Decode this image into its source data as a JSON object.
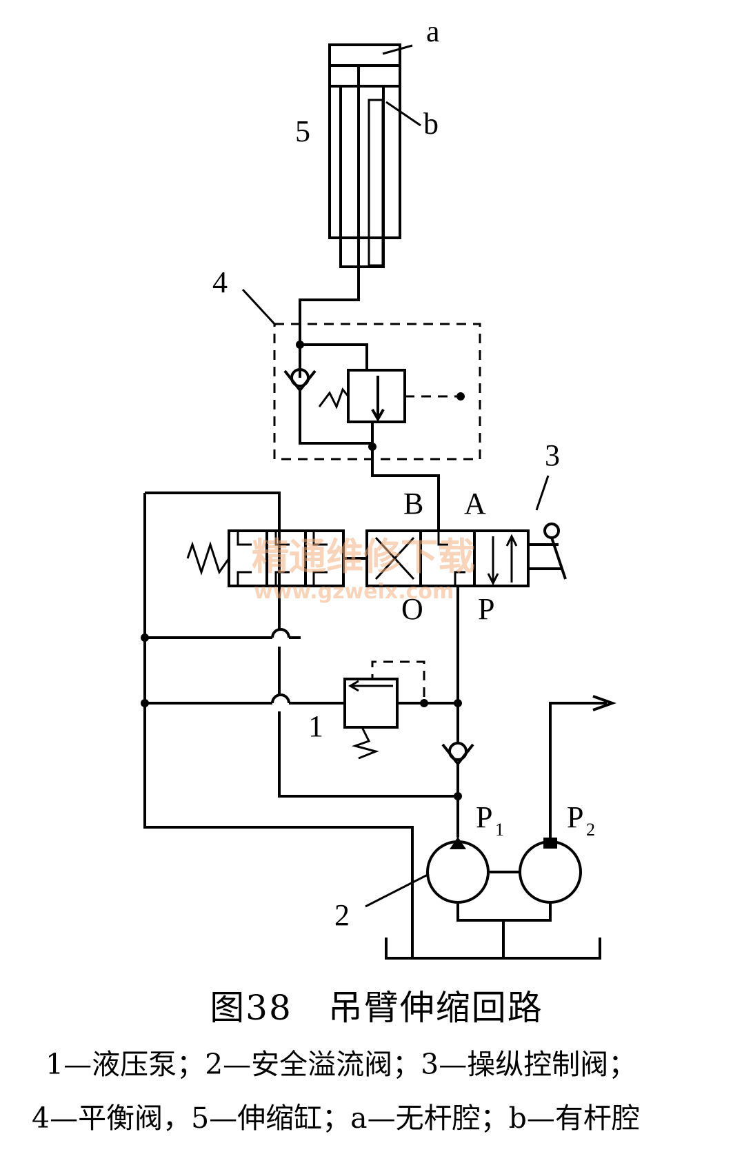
{
  "labels": {
    "a": "a",
    "b": "b",
    "n1": "1",
    "n2": "2",
    "n3": "3",
    "n4": "4",
    "n5": "5",
    "port_B": "B",
    "port_A": "A",
    "port_O": "O",
    "port_P": "P",
    "pump1": "P",
    "pump1_sub": "1",
    "pump2": "P",
    "pump2_sub": "2"
  },
  "watermark": {
    "text": "精通维修下载",
    "url": "www.gzweix.com"
  },
  "caption": "图38　吊臂伸缩回路",
  "legend": {
    "line1": "1—液压泵；2—安全溢流阀；3—操纵控制阀；",
    "line2": "4—平衡阀，5—伸缩缸；a—无杆腔；b—有杆腔"
  }
}
